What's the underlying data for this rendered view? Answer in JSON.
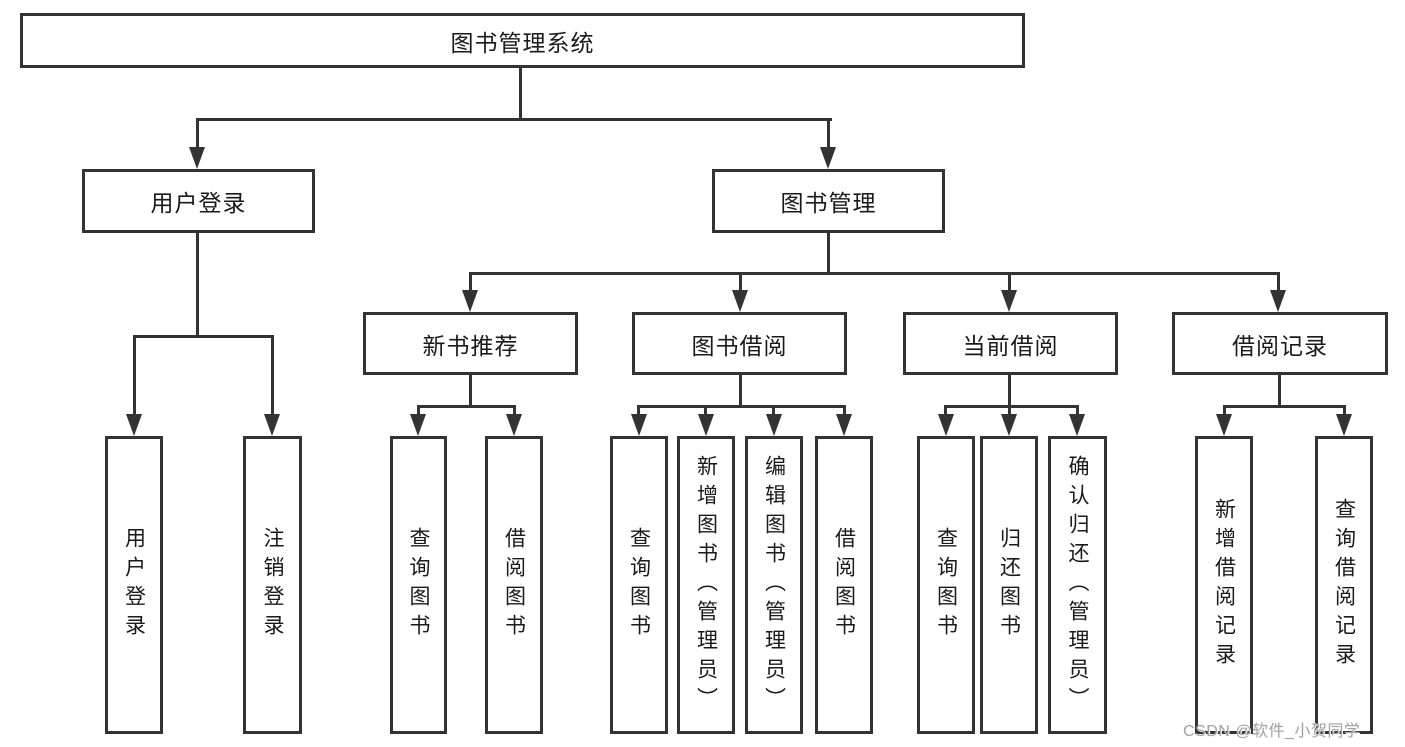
{
  "tree": {
    "root": {
      "label": "图书管理系统"
    },
    "branches": [
      {
        "label": "用户登录",
        "children": [
          {
            "label": "用户登录"
          },
          {
            "label": "注销登录"
          }
        ]
      },
      {
        "label": "图书管理",
        "children": [
          {
            "label": "新书推荐",
            "children": [
              {
                "label": "查询图书"
              },
              {
                "label": "借阅图书"
              }
            ]
          },
          {
            "label": "图书借阅",
            "children": [
              {
                "label": "查询图书"
              },
              {
                "label": "新增图书（管理员）"
              },
              {
                "label": "编辑图书（管理员）"
              },
              {
                "label": "借阅图书"
              }
            ]
          },
          {
            "label": "当前借阅",
            "children": [
              {
                "label": "查询图书"
              },
              {
                "label": "归还图书"
              },
              {
                "label": "确认归还（管理员）"
              }
            ]
          },
          {
            "label": "借阅记录",
            "children": [
              {
                "label": "新增借阅记录"
              },
              {
                "label": "查询借阅记录"
              }
            ]
          }
        ]
      }
    ]
  },
  "watermark": "CSDN @软件_小贺同学",
  "colors": {
    "line": "#333333",
    "box_border": "#333333",
    "text": "#1a1a1a",
    "background": "#ffffff",
    "watermark": "#a3a3a3"
  }
}
